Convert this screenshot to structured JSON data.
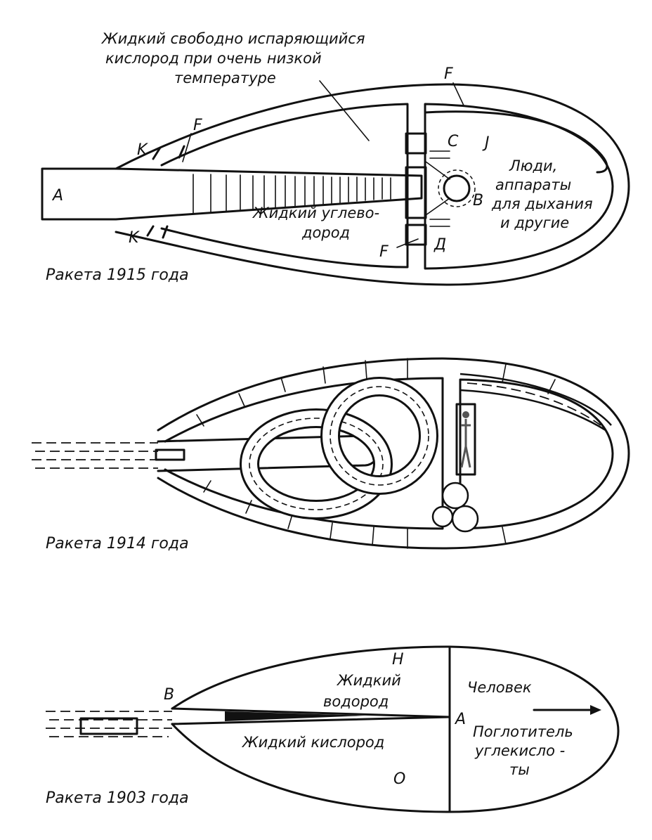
{
  "diagrams": {
    "rocket_1915": {
      "caption": "Ракета 1915 года",
      "oxygen_label": [
        "Жидкий свободно испаряющийся",
        "кислород при очень низкой",
        "температуре"
      ],
      "hydrocarbon_label": [
        "Жидкий углево-",
        "дород"
      ],
      "crew_label": [
        "Люди,",
        "аппараты",
        "для дыхания",
        "и другие"
      ],
      "letters": {
        "A": "A",
        "K_top": "K",
        "K_bottom": "K",
        "F_top": "F",
        "F_right": "F",
        "F_bottom": "F",
        "C": "C",
        "J": "Ј",
        "B": "B",
        "D": "Д"
      }
    },
    "rocket_1914": {
      "caption": "Ракета 1914 года"
    },
    "rocket_1903": {
      "caption": "Ракета 1903 года",
      "hydrogen_label": [
        "Жидкий",
        "водород"
      ],
      "oxygen_label": "Жидкий кислород",
      "person_label": "Человек",
      "absorber_label": [
        "Поглотитель",
        "углекисло -",
        "ты"
      ],
      "letters": {
        "H": "Н",
        "B": "В",
        "A": "А",
        "O": "О"
      }
    }
  }
}
